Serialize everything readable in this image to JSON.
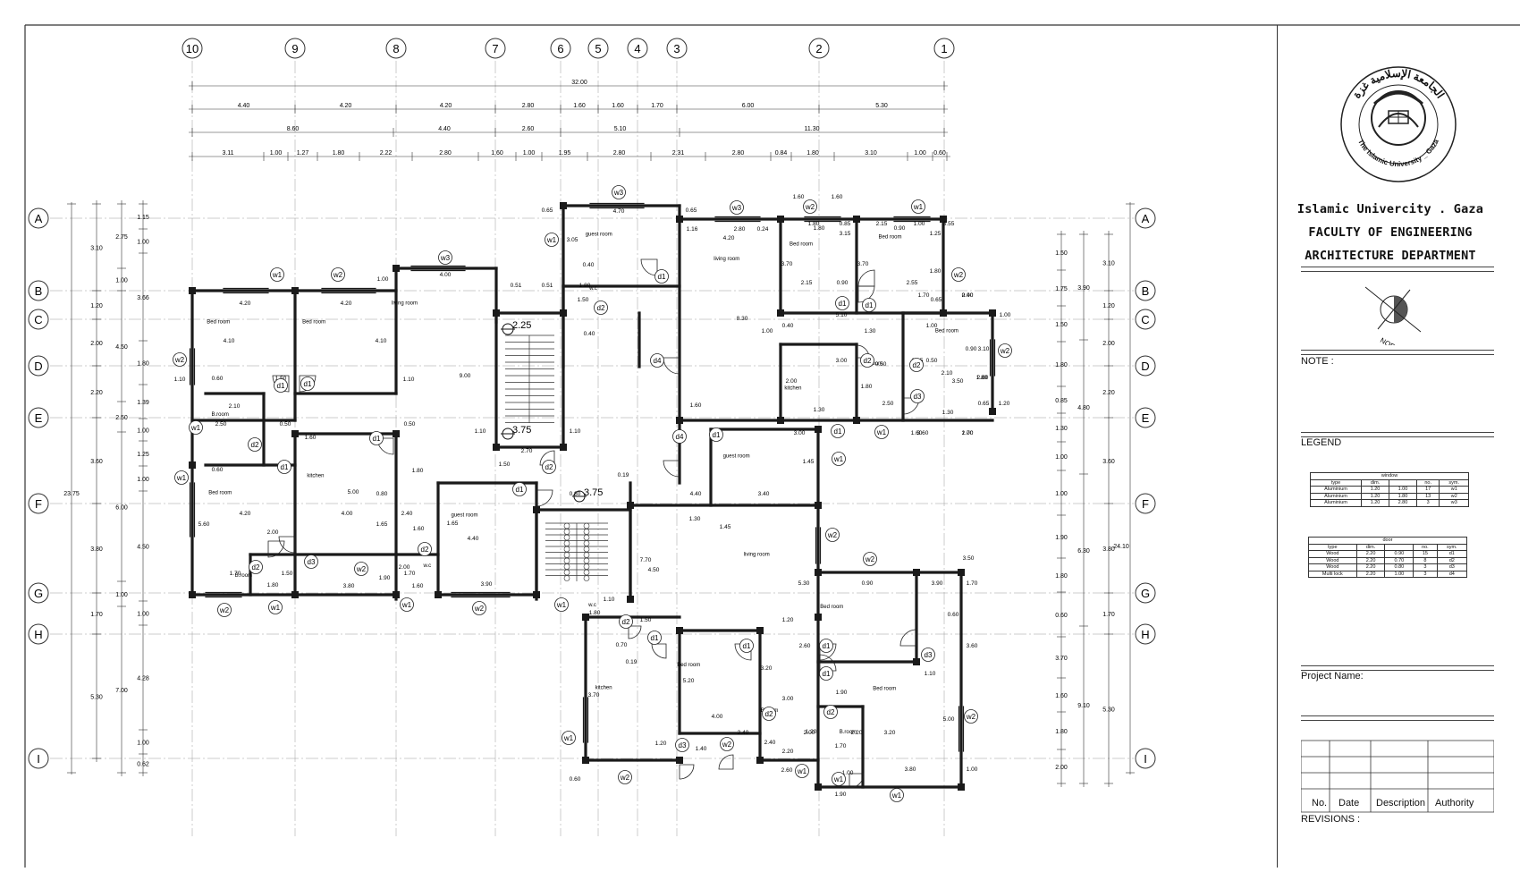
{
  "grid": {
    "columns": [
      "10",
      "9",
      "8",
      "7",
      "6",
      "5",
      "4",
      "3",
      "2",
      "1"
    ],
    "rows": [
      "A",
      "B",
      "C",
      "D",
      "E",
      "F",
      "G",
      "H",
      "I"
    ]
  },
  "dimensions": {
    "total": "32.00",
    "chain1": [
      "4.40",
      "4.20",
      "4.20",
      "2.80",
      "1.60",
      "1.60",
      "1.70",
      "6.00",
      "5.30"
    ],
    "chain2": [
      "8.60",
      "4.40",
      "2.60",
      "5.10",
      "11.30"
    ],
    "chain3": [
      "3.11",
      "1.00",
      "1.27",
      "1.80",
      "2.22",
      "2.80",
      "1.60",
      "1.00",
      "1.95",
      "2.80",
      "2.31",
      "2.80",
      "0.84",
      "1.80",
      "3.10",
      "1.00",
      "0.60"
    ],
    "left_total": "23.75",
    "left_chain1": [
      "3.10",
      "1.20",
      "2.00",
      "2.20",
      "3.60",
      "3.80",
      "1.70",
      "5.30"
    ],
    "left_chain2": [
      "2.75",
      "1.00",
      "4.50",
      "2.50",
      "6.00",
      "1.00",
      "7.00"
    ],
    "left_chain3": [
      "1.15",
      "1.00",
      "3.66",
      "1.80",
      "1.39",
      "1.00",
      "1.25",
      "1.00",
      "4.50",
      "1.00",
      "4.28",
      "1.00",
      "0.62"
    ],
    "right_total": "24.10",
    "right_chain1": [
      "1.50",
      "1.75",
      "1.50",
      "1.80",
      "0.85",
      "1.30",
      "1.00",
      "1.00",
      "1.90",
      "1.80",
      "0.60",
      "3.70",
      "1.60",
      "1.80",
      "2.00"
    ],
    "right_chain2": [
      "3.90",
      "4.80",
      "6.30",
      "9.10"
    ],
    "right_chain3": [
      "3.10",
      "1.20",
      "2.00",
      "2.20",
      "3.60",
      "3.80",
      "1.70",
      "5.30"
    ]
  },
  "rooms": [
    {
      "name": "Bed room"
    },
    {
      "name": "Bed room"
    },
    {
      "name": "living room"
    },
    {
      "name": "B.room"
    },
    {
      "name": "Bed room"
    },
    {
      "name": "kitchen"
    },
    {
      "name": "B.room"
    },
    {
      "name": "w.c"
    },
    {
      "name": "guest room"
    },
    {
      "name": "guest room"
    },
    {
      "name": "w.c"
    },
    {
      "name": "living room"
    },
    {
      "name": "Bed room"
    },
    {
      "name": "Bed room"
    },
    {
      "name": "Bed room"
    },
    {
      "name": "kitchen"
    },
    {
      "name": "B.room"
    },
    {
      "name": "guest room"
    },
    {
      "name": "living room"
    },
    {
      "name": "Bed room"
    },
    {
      "name": "kitchen"
    },
    {
      "name": "Bed room"
    },
    {
      "name": "B.room"
    },
    {
      "name": "B.room"
    },
    {
      "name": "Bed room"
    },
    {
      "name": "w.c"
    }
  ],
  "interior_dims": [
    "4.20",
    "4.10",
    "4.20",
    "4.10",
    "4.00",
    "1.00",
    "9.00",
    "1.10",
    "1.10",
    "0.60",
    "1.50",
    "2.10",
    "2.50",
    "0.50",
    "0.50",
    "1.60",
    "1.80",
    "0.60",
    "4.20",
    "5.60",
    "5.00",
    "4.00",
    "0.80",
    "1.65",
    "2.40",
    "2.00",
    "1.70",
    "1.50",
    "1.80",
    "3.80",
    "1.90",
    "2.00",
    "1.70",
    "1.60",
    "1.65",
    "4.40",
    "3.90",
    "1.60",
    "2.70",
    "1.10",
    "1.50",
    "1.10",
    "0.80",
    "0.19",
    "0.51",
    "1.80",
    "1.50",
    "0.40",
    "0.65",
    "4.70",
    "3.05",
    "0.40",
    "0.51",
    "1.16",
    "2.80",
    "0.24",
    "4.20",
    "8.30",
    "0.65",
    "1.80",
    "0.85",
    "2.15",
    "1.00",
    "1.25",
    "3.70",
    "3.70",
    "2.15",
    "0.90",
    "2.55",
    "1.80",
    "1.70",
    "0.65",
    "2.00",
    "5.10",
    "1.00",
    "0.40",
    "1.30",
    "1.00",
    "0.90",
    "3.10",
    "1.80",
    "0.65",
    "0.50",
    "2.10",
    "3.50",
    "2.60",
    "0.65",
    "1.20",
    "1.30",
    "3.60",
    "1.70",
    "2.00",
    "3.00",
    "0.50",
    "1.80",
    "2.50",
    "1.30",
    "3.00",
    "1.60",
    "1.45",
    "3.40",
    "4.40",
    "1.30",
    "1.45",
    "7.70",
    "4.50",
    "5.30",
    "0.90",
    "3.90",
    "3.50",
    "1.70",
    "0.60",
    "3.60",
    "1.10",
    "1.20",
    "2.60",
    "1.10",
    "1.80",
    "1.50",
    "0.70",
    "0.19",
    "3.70",
    "5.20",
    "4.00",
    "3.20",
    "3.00",
    "2.40",
    "2.20",
    "2.40",
    "1.20",
    "1.40",
    "1.20",
    "2.60",
    "2.00",
    "1.70",
    "2.20",
    "3.20",
    "1.90",
    "3.80",
    "5.00",
    "1.00",
    "1.00",
    "1.90",
    "0.60",
    "2.00",
    "1.60",
    "1.60",
    "1.60",
    "1.80",
    "3.15",
    "0.90",
    "3.55",
    "1.00",
    "0.40",
    "2.00"
  ],
  "levels": [
    "2.25",
    "3.75",
    "3.75"
  ],
  "tags": [
    "w1",
    "w2",
    "w3",
    "d1",
    "d2",
    "d3",
    "d4"
  ],
  "title_block": {
    "university": "Islamic Univercity . Gaza",
    "faculty": "FACULTY OF ENGINEERING",
    "department": "ARCHITECTURE DEPARTMENT",
    "seal_text_top": "الجامعة الإسلامية غزة",
    "seal_text_bottom": "The Islamic University _ Gaza",
    "north_label": "NORTH",
    "note_label": "NOTE :",
    "legend_label": "LEGEND",
    "window_table": {
      "title": "window",
      "headers": [
        "type",
        "dim.",
        "",
        "no.",
        "sym."
      ],
      "rows": [
        [
          "Aluminium",
          "1.20",
          "1.00",
          "17",
          "w1"
        ],
        [
          "Aluminium",
          "1.20",
          "1.80",
          "13",
          "w2"
        ],
        [
          "Aluminium",
          "1.20",
          "2.80",
          "3",
          "w3"
        ]
      ]
    },
    "door_table": {
      "title": "door",
      "headers": [
        "type",
        "dim.",
        "",
        "no.",
        "sym."
      ],
      "rows": [
        [
          "Wood",
          "2.20",
          "0.90",
          "15",
          "d1"
        ],
        [
          "Wood",
          "2.20",
          "0.70",
          "8",
          "d2"
        ],
        [
          "Wood",
          "2.20",
          "0.80",
          "3",
          "d3"
        ],
        [
          "Multi lock",
          "2.20",
          "1.00",
          "3",
          "d4"
        ]
      ]
    },
    "project_name_label": "Project Name:",
    "revisions_label": "REVISIONS :",
    "rev_columns": [
      "No.",
      "Date",
      "Description",
      "Authority"
    ]
  },
  "colors": {
    "ink": "#111111",
    "wall": "#1a1a1a",
    "grid": "#8a8a8a"
  }
}
